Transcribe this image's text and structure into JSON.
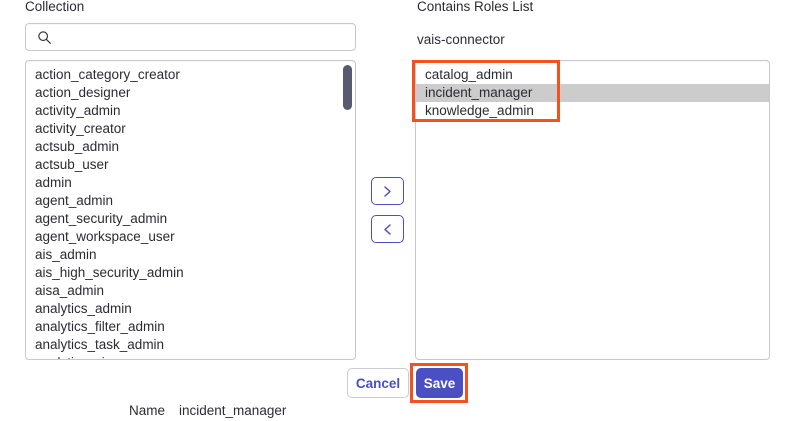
{
  "left_panel": {
    "label": "Collection",
    "search": {
      "placeholder": "",
      "value": "",
      "icon": "search-icon"
    },
    "options": [
      "action_category_creator",
      "action_designer",
      "activity_admin",
      "activity_creator",
      "actsub_admin",
      "actsub_user",
      "admin",
      "agent_admin",
      "agent_security_admin",
      "agent_workspace_user",
      "ais_admin",
      "ais_high_security_admin",
      "aisa_admin",
      "analytics_admin",
      "analytics_filter_admin",
      "analytics_task_admin",
      "analytics_viewer"
    ],
    "scrollbar": {
      "thumb_color": "#585b6e"
    }
  },
  "transfer": {
    "add_label": "›",
    "remove_label": "‹",
    "add_icon": "chevron-right-icon",
    "remove_icon": "chevron-left-icon",
    "border_color": "#4b4fc4"
  },
  "right_panel": {
    "label": "Contains Roles List",
    "role_name": "vais-connector",
    "options": [
      {
        "label": "catalog_admin",
        "selected": false
      },
      {
        "label": "incident_manager",
        "selected": true
      },
      {
        "label": "knowledge_admin",
        "selected": false
      }
    ],
    "selected_bg": "#cccccc"
  },
  "footer": {
    "cancel_label": "Cancel",
    "save_label": "Save",
    "accent_color": "#4b4fc4"
  },
  "record": {
    "name_key": "Name",
    "name_value": "incident_manager"
  },
  "annotations": {
    "color": "#f4511e",
    "roles_box": "contains-roles-list-highlight",
    "save_box": "save-button-highlight"
  }
}
